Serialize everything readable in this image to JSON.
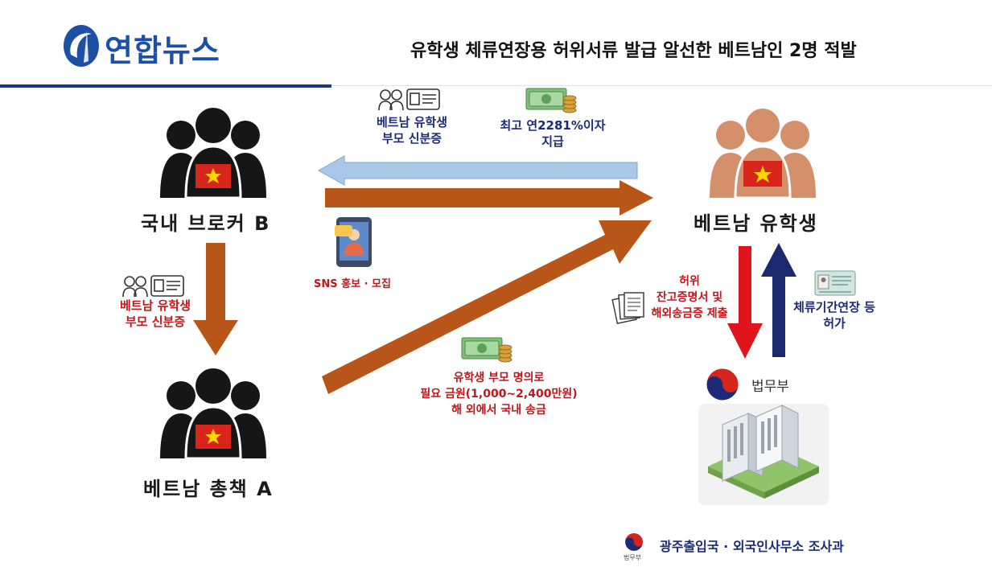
{
  "header": {
    "logo_text": "연합뉴스",
    "headline": "유학생 체류연장용 허위서류 발급 알선한 베트남인 2명 적발"
  },
  "nodes": {
    "broker": "국내 브로커 B",
    "student": "베트남 유학생",
    "leader": "베트남 총책 A"
  },
  "captions": {
    "parent_id_top": "베트남 유학생\n부모 신분증",
    "interest": "최고 연2281%이자\n지급",
    "sns": "SNS 홍보 · 모집",
    "parent_id_left": "베트남 유학생\n부모 신분증",
    "remittance": "유학생 부모 명의로\n필요 금원(1,000~2,400만원)\n해 외에서 국내 송금",
    "false_docs": "허위\n잔고증명서 및\n해외송금증 제출",
    "extension": "체류기간연장 등\n허가",
    "ministry": "법무부",
    "footer": "광주출입국 · 외국인사무소  조사과",
    "footer_sub": "법무부"
  },
  "colors": {
    "brand_blue": "#1d4fa5",
    "arrow_orange": "#b8561a",
    "arrow_lightblue": "#a9c8e8",
    "arrow_red": "#e0141b",
    "arrow_navy": "#1b2a6e",
    "flag_red": "#d8251c",
    "flag_star": "#ffd400",
    "person_dark": "#161616",
    "person_tan": "#d4906b"
  },
  "icons": {
    "logo": "yonhap-logo-icon",
    "people_dark": "group-people-icon",
    "people_tan": "group-people-icon",
    "id_card": "id-card-icon",
    "money": "money-stack-icon",
    "tablet": "tablet-sns-icon",
    "documents": "documents-icon",
    "residence_card": "residence-card-icon",
    "ministry_emblem": "taegeuk-emblem-icon",
    "building": "government-building-icon"
  }
}
